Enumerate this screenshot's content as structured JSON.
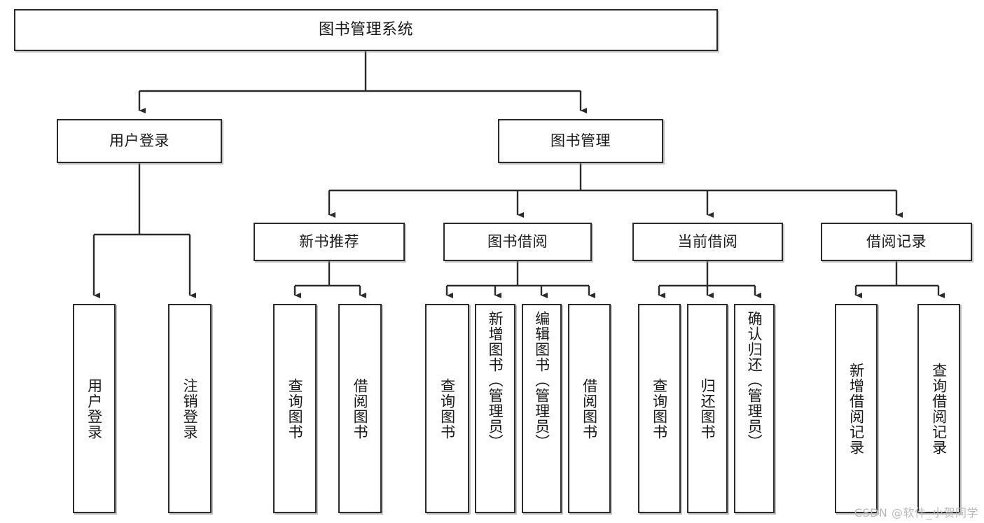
{
  "diagram": {
    "type": "hierarchy-tree",
    "title": "图书管理系统",
    "watermark": "CSDN @软件_小贺同学",
    "colors": {
      "box_border": "#2b2b2b",
      "box_fill": "#ffffff",
      "connector": "#2b2b2b",
      "watermark": "#b9b9b9"
    },
    "root": {
      "label": "图书管理系统"
    },
    "level2": [
      {
        "label": "用户登录"
      },
      {
        "label": "图书管理"
      }
    ],
    "level3": [
      {
        "label": "新书推荐"
      },
      {
        "label": "图书借阅"
      },
      {
        "label": "当前借阅"
      },
      {
        "label": "借阅记录"
      }
    ],
    "leaves": {
      "user_login": [
        {
          "label": "用户登录"
        },
        {
          "label": "注销登录"
        }
      ],
      "new_book_recommend": [
        {
          "label": "查询图书"
        },
        {
          "label": "借阅图书"
        }
      ],
      "book_borrow": [
        {
          "label": "查询图书"
        },
        {
          "label": "新增图书（管理员）"
        },
        {
          "label": "编辑图书（管理员）"
        },
        {
          "label": "借阅图书"
        }
      ],
      "current_borrow": [
        {
          "label": "查询图书"
        },
        {
          "label": "归还图书"
        },
        {
          "label": "确认归还（管理员）"
        }
      ],
      "borrow_record": [
        {
          "label": "新增借阅记录"
        },
        {
          "label": "查询借阅记录"
        }
      ]
    }
  }
}
